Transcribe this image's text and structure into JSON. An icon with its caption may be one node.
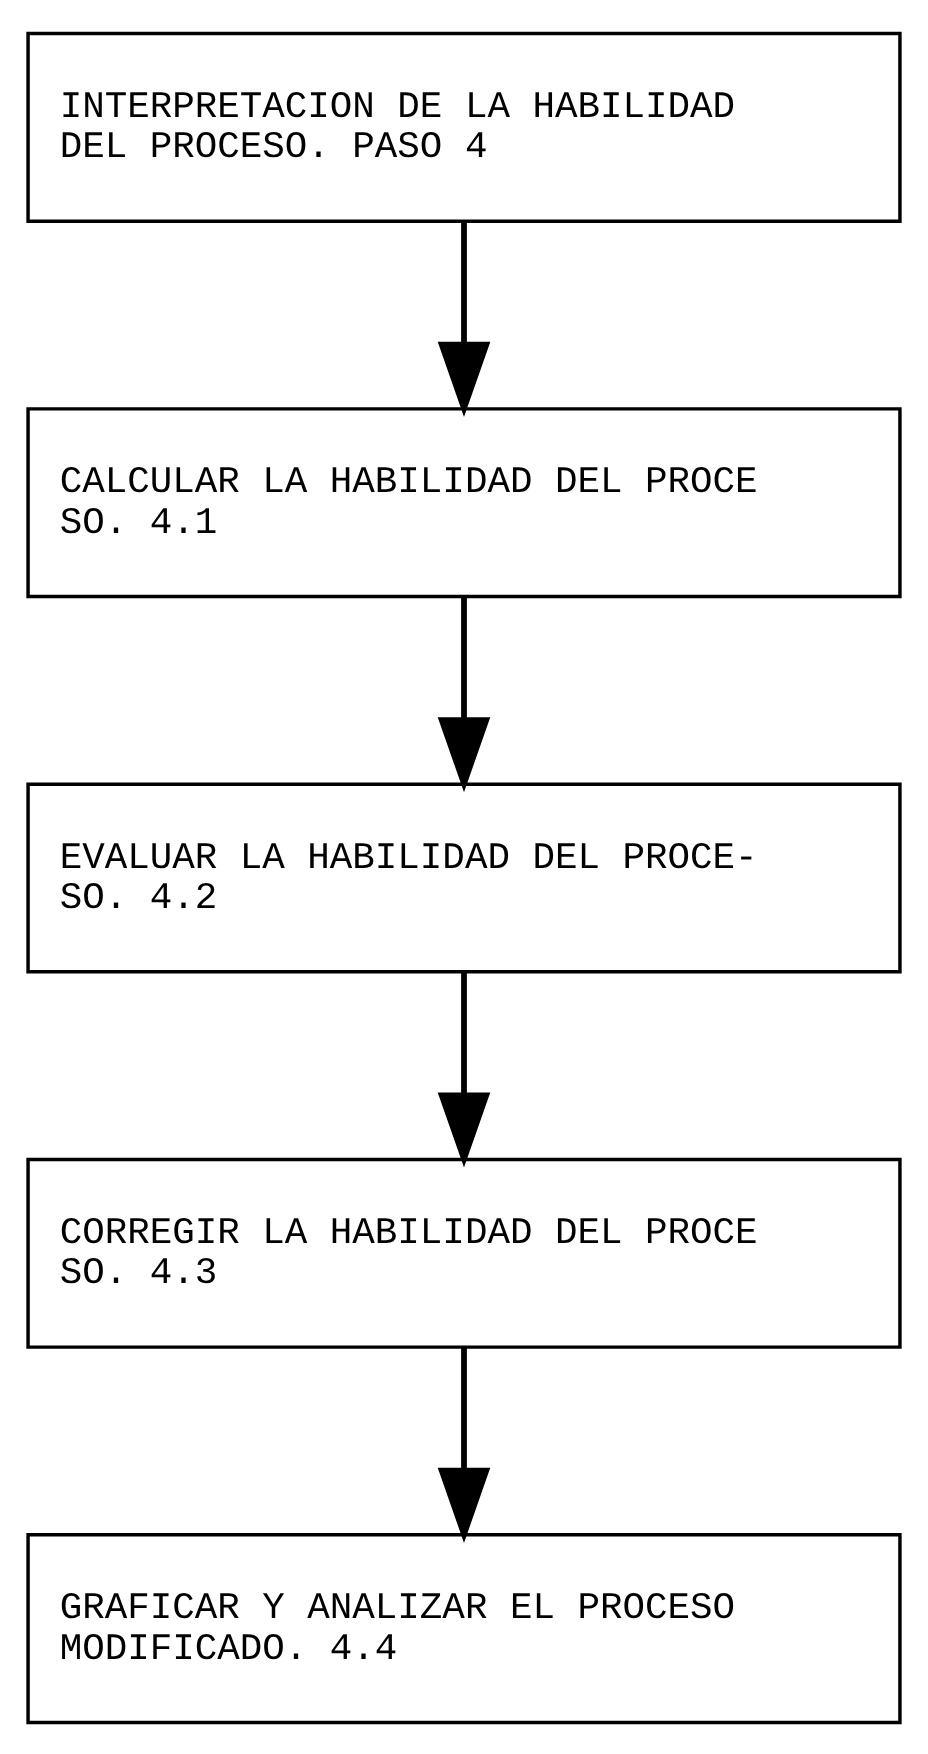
{
  "diagram": {
    "nodes": [
      {
        "text": [
          "INTERPRETACION DE LA HABILIDAD DEL PROCESO. PASO 4"
        ]
      },
      {
        "text": [
          "CALCULAR LA HABILIDAD DEL PROCE SO. 4.1"
        ]
      },
      {
        "text": [
          "EVALUAR LA HABILIDAD DEL PROCE- SO. 4.2"
        ]
      },
      {
        "text": [
          "CORREGIR LA HABILIDAD DEL PROCE SO. 4.3"
        ]
      },
      {
        "text": [
          "GRAFICAR Y ANALIZAR EL PROCESO MODIFICADO. 4.4"
        ]
      }
    ],
    "edges": [
      {
        "from": 0,
        "to": 1,
        "arrow": "to"
      },
      {
        "from": 1,
        "to": 2,
        "arrow": "to"
      },
      {
        "from": 2,
        "to": 3,
        "arrow": "to"
      },
      {
        "from": 3,
        "to": 4,
        "arrow": "to"
      }
    ]
  }
}
